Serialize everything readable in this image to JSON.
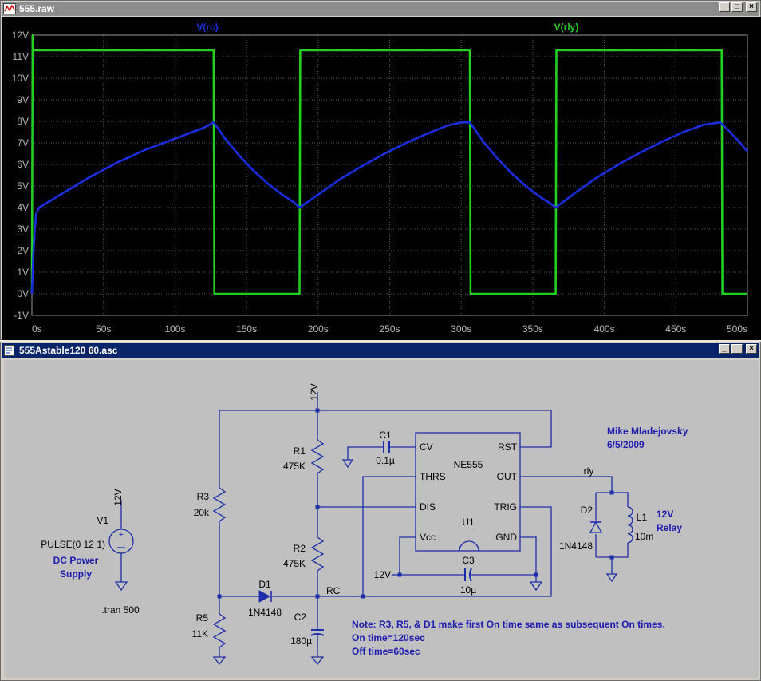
{
  "plot_window": {
    "title": "555.raw",
    "titlebar_color": "#8c8c8c",
    "background": "#000000",
    "grid_color": "#5a5a5a",
    "axis_text_color": "#b8b8b8"
  },
  "schematic_window": {
    "title": "555Astable120 60.asc",
    "titlebar_color": "#0a246a",
    "background": "#c0c0c0",
    "wire_color": "#1c2ea8",
    "text_color": "#000000",
    "comment_color": "#1c1cb0"
  },
  "chart_data": {
    "type": "line",
    "xlabel": "",
    "ylabel": "",
    "xlim": [
      0,
      500
    ],
    "ylim": [
      -1,
      12
    ],
    "x_ticks": [
      "0s",
      "50s",
      "100s",
      "150s",
      "200s",
      "250s",
      "300s",
      "350s",
      "400s",
      "450s",
      "500s"
    ],
    "y_ticks": [
      "12V",
      "11V",
      "10V",
      "9V",
      "8V",
      "7V",
      "6V",
      "5V",
      "4V",
      "3V",
      "2V",
      "1V",
      "0V",
      "-1V"
    ],
    "grid": true,
    "series": [
      {
        "name": "V(rc)",
        "color": "#1a2ee0",
        "x": [
          0,
          1,
          2,
          3,
          5,
          10,
          20,
          30,
          40,
          50,
          60,
          70,
          80,
          90,
          100,
          110,
          120,
          127,
          135,
          145,
          155,
          165,
          175,
          183,
          187,
          200,
          215,
          230,
          245,
          260,
          275,
          290,
          300,
          306,
          315,
          325,
          335,
          345,
          355,
          362,
          366,
          380,
          395,
          410,
          425,
          440,
          455,
          470,
          481,
          488,
          495,
          500
        ],
        "y": [
          0,
          1.8,
          3.0,
          3.7,
          4.0,
          4.2,
          4.6,
          5.0,
          5.4,
          5.75,
          6.1,
          6.4,
          6.7,
          6.95,
          7.2,
          7.45,
          7.7,
          7.95,
          7.2,
          6.4,
          5.7,
          5.1,
          4.6,
          4.25,
          4.0,
          4.6,
          5.3,
          5.9,
          6.45,
          6.95,
          7.4,
          7.8,
          7.95,
          7.95,
          7.1,
          6.3,
          5.6,
          5.0,
          4.5,
          4.2,
          4.0,
          4.7,
          5.4,
          6.0,
          6.55,
          7.05,
          7.5,
          7.85,
          7.95,
          7.5,
          7.0,
          6.6
        ]
      },
      {
        "name": "V(rly)",
        "color": "#22d022",
        "x": [
          0,
          0.5,
          1,
          127,
          127.5,
          187,
          187.5,
          306,
          306.5,
          366,
          366.5,
          482,
          482.5,
          500
        ],
        "y": [
          0,
          12,
          11.3,
          11.3,
          0,
          0,
          11.3,
          11.3,
          0,
          0,
          11.3,
          11.3,
          0,
          0
        ]
      }
    ]
  },
  "schematic": {
    "labels": {
      "v12_top": "12V",
      "v12_v1": "12V",
      "v12_pin": "12V",
      "v1": "V1",
      "v1_value": "PULSE(0 12 1)",
      "v1_comment_1": "DC Power",
      "v1_comment_2": "Supply",
      "tran": ".tran 500",
      "r1": "R1",
      "r1_value": "475K",
      "r2": "R2",
      "r2_value": "475K",
      "r3": "R3",
      "r3_value": "20k",
      "r5": "R5",
      "r5_value": "11K",
      "c1": "C1",
      "c1_value": "0.1µ",
      "c2": "C2",
      "c2_value": "180µ",
      "c3": "C3",
      "c3_value": "10µ",
      "d1": "D1",
      "d1_value": "1N4148",
      "d2": "D2",
      "d2_value": "1N4148",
      "l1": "L1",
      "l1_value": "10m",
      "u1": "U1",
      "chip": "NE555",
      "pin_cv": "CV",
      "pin_rst": "RST",
      "pin_thrs": "THRS",
      "pin_out": "OUT",
      "pin_dis": "DIS",
      "pin_trig": "TRIG",
      "pin_vcc": "Vcc",
      "pin_gnd": "GND",
      "net_rc": "RC",
      "net_rly": "rly",
      "relay_1": "12V",
      "relay_2": "Relay",
      "author": "Mike Mladejovsky",
      "date": "6/5/2009",
      "note_1": "Note: R3, R5, & D1 make first On time same as subsequent On times.",
      "note_2": "On time=120sec",
      "note_3": "Off time=60sec"
    }
  }
}
